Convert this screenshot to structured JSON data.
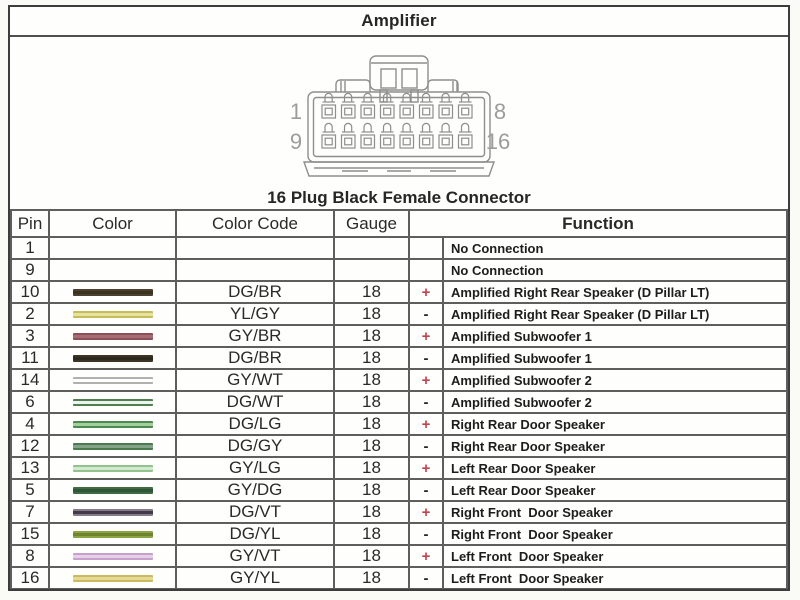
{
  "title": "Amplifier",
  "connector": {
    "caption": "16 Plug Black Female Connector",
    "pin_labels": {
      "top_left": "1",
      "top_right": "8",
      "bottom_left": "9",
      "bottom_right": "16"
    }
  },
  "colors": {
    "plus": "#c2444d",
    "minus": "#262626",
    "line_art": "#8e8e8e",
    "label_gray": "#9c9c9c"
  },
  "table": {
    "headers": {
      "pin": "Pin",
      "color": "Color",
      "color_code": "Color Code",
      "gauge": "Gauge",
      "function": "Function"
    },
    "rows": [
      {
        "pin": "1",
        "color_code": "",
        "gauge": "",
        "sign": "",
        "function": "No Connection",
        "swatch": null
      },
      {
        "pin": "9",
        "color_code": "",
        "gauge": "",
        "sign": "",
        "function": "No Connection",
        "swatch": null
      },
      {
        "pin": "10",
        "color_code": "DG/BR",
        "gauge": "18",
        "sign": "+",
        "function": "Amplified Right Rear Speaker (D Pillar LT)",
        "swatch": [
          "#4d4031",
          "#39341f"
        ]
      },
      {
        "pin": "2",
        "color_code": "YL/GY",
        "gauge": "18",
        "sign": "-",
        "function": "Amplified Right Rear Speaker (D Pillar LT)",
        "swatch": [
          "#c6bd5a",
          "#e6e2a0"
        ]
      },
      {
        "pin": "3",
        "color_code": "GY/BR",
        "gauge": "18",
        "sign": "+",
        "function": "Amplified Subwoofer 1",
        "swatch": [
          "#8d4f58",
          "#a66e74"
        ]
      },
      {
        "pin": "11",
        "color_code": "DG/BR",
        "gauge": "18",
        "sign": "-",
        "function": "Amplified Subwoofer 1",
        "swatch": [
          "#3c3425",
          "#2c2a1c"
        ]
      },
      {
        "pin": "14",
        "color_code": "GY/WT",
        "gauge": "18",
        "sign": "+",
        "function": "Amplified Subwoofer 2",
        "swatch": [
          "#b0b0ac",
          "#ffffff"
        ]
      },
      {
        "pin": "6",
        "color_code": "DG/WT",
        "gauge": "18",
        "sign": "-",
        "function": "Amplified Subwoofer 2",
        "swatch": [
          "#4f7e4f",
          "#eef3ed"
        ]
      },
      {
        "pin": "4",
        "color_code": "DG/LG",
        "gauge": "18",
        "sign": "+",
        "function": "Right Rear Door Speaker",
        "swatch": [
          "#4d8a51",
          "#a3cf9d"
        ]
      },
      {
        "pin": "12",
        "color_code": "DG/GY",
        "gauge": "18",
        "sign": "-",
        "function": "Right Rear Door Speaker",
        "swatch": [
          "#4b7a4e",
          "#85a388"
        ]
      },
      {
        "pin": "13",
        "color_code": "GY/LG",
        "gauge": "18",
        "sign": "+",
        "function": "Left Rear Door Speaker",
        "swatch": [
          "#92c38e",
          "#d3e9cf"
        ]
      },
      {
        "pin": "5",
        "color_code": "GY/DG",
        "gauge": "18",
        "sign": "-",
        "function": "Left Rear Door Speaker",
        "swatch": [
          "#3e6a44",
          "#2f5636"
        ]
      },
      {
        "pin": "7",
        "color_code": "DG/VT",
        "gauge": "18",
        "sign": "+",
        "function": "Right Front  Door Speaker",
        "swatch": [
          "#867b89",
          "#413a4b"
        ]
      },
      {
        "pin": "15",
        "color_code": "DG/YL",
        "gauge": "18",
        "sign": "-",
        "function": "Right Front  Door Speaker",
        "swatch": [
          "#8da442",
          "#6e8430"
        ]
      },
      {
        "pin": "8",
        "color_code": "GY/VT",
        "gauge": "18",
        "sign": "+",
        "function": "Left Front  Door Speaker",
        "swatch": [
          "#c7a1cb",
          "#e6cfe8"
        ]
      },
      {
        "pin": "16",
        "color_code": "GY/YL",
        "gauge": "18",
        "sign": "-",
        "function": "Left Front  Door Speaker",
        "swatch": [
          "#cab95f",
          "#e5d996"
        ]
      }
    ]
  }
}
